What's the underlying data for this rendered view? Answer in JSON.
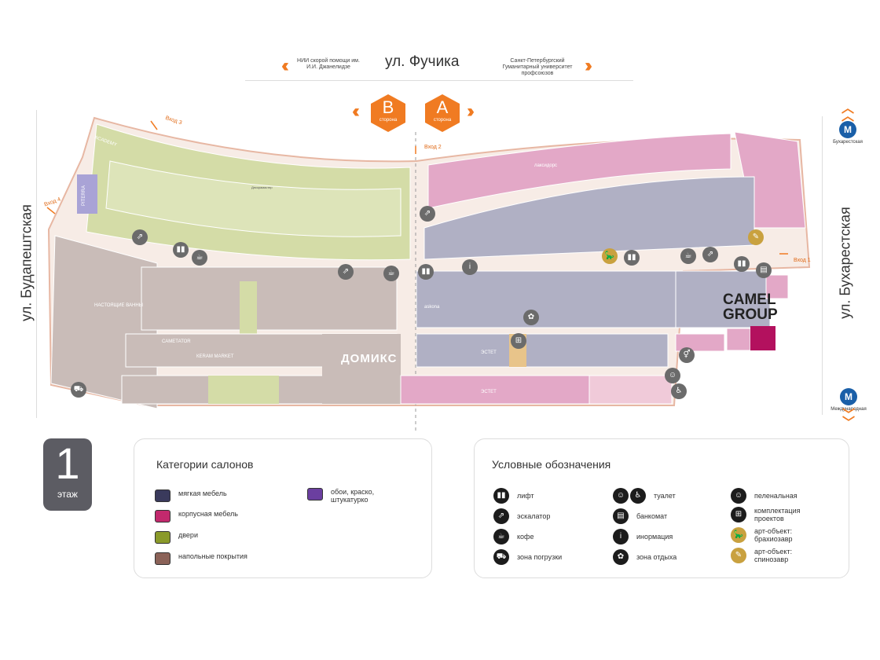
{
  "top_street": {
    "name": "ул. Фучика",
    "left_note": "НИИ скорой помощи им. И.И. Джанелидзе",
    "right_note": "Санкт-Петербургский Гуманитарный университет профсоюзов"
  },
  "left_street": "ул. Будапештская",
  "right_street": "ул. Бухарестская",
  "sides": [
    {
      "letter": "B",
      "label": "сторона"
    },
    {
      "letter": "A",
      "label": "сторона"
    }
  ],
  "entrances": [
    "Вход 1",
    "Вход 2",
    "Вход 3",
    "Вход 4"
  ],
  "metro": {
    "north": "Бухарестская",
    "south": "Международная"
  },
  "anchors": {
    "camel": "CAMEL GROUP",
    "domiks": "ДОМИКС"
  },
  "store_names": [
    "ACADEMY",
    "PITERRA",
    "Декорамастер",
    "лаксидорс",
    "ЭСТЕТ",
    "ЭСТЕТ",
    "askona",
    "КЕRAM MARKET",
    "САМЕТАТОR",
    "НАСТОЯЩИЕ ВАННЫ"
  ],
  "colors": {
    "orange": "#f07b22",
    "soft_furniture": "#b0b0c4",
    "case_furniture": "#e3a8c7",
    "doors": "#d4dca7",
    "flooring": "#c9bcb8",
    "wallpaper": "#a9a3d6",
    "camel_store": "#b3115e",
    "corridor": "#f7ece6"
  },
  "floor": {
    "number": "1",
    "label": "этаж"
  },
  "categories": {
    "title": "Категории салонов",
    "items": [
      {
        "label": "мягкая мебель",
        "color": "#3a3a5c",
        "icon": "sofa-icon"
      },
      {
        "label": "корпусная мебель",
        "color": "#c2296d",
        "icon": "wardrobe-icon"
      },
      {
        "label": "двери",
        "color": "#8a9a2a",
        "icon": "door-icon"
      },
      {
        "label": "напольные покрытия",
        "color": "#8b6258",
        "icon": "floor-tile-icon"
      },
      {
        "label": "обои, краско, штукатурко",
        "color": "#6b3fa0",
        "icon": "paint-roller-icon"
      }
    ]
  },
  "legend": {
    "title": "Условные обозначения",
    "items": [
      {
        "label": "лифт",
        "icon": "elevator-icon"
      },
      {
        "label": "эскалатор",
        "icon": "escalator-icon"
      },
      {
        "label": "кофе",
        "icon": "coffee-icon"
      },
      {
        "label": "зона погрузки",
        "icon": "loading-zone-icon"
      },
      {
        "label": "туалет",
        "icon": "toilet-icon"
      },
      {
        "label": "банкомат",
        "icon": "atm-icon"
      },
      {
        "label": "инормация",
        "icon": "info-icon"
      },
      {
        "label": "зона отдыха",
        "icon": "rest-zone-icon"
      },
      {
        "label": "пеленальная",
        "icon": "baby-changing-icon"
      },
      {
        "label": "комплектация проектов",
        "icon": "project-kit-icon"
      },
      {
        "label": "арт-объект: брахиозавр",
        "icon": "brachiosaurus-icon"
      },
      {
        "label": "арт-объект: спинозавр",
        "icon": "spinosaurus-icon"
      }
    ]
  }
}
